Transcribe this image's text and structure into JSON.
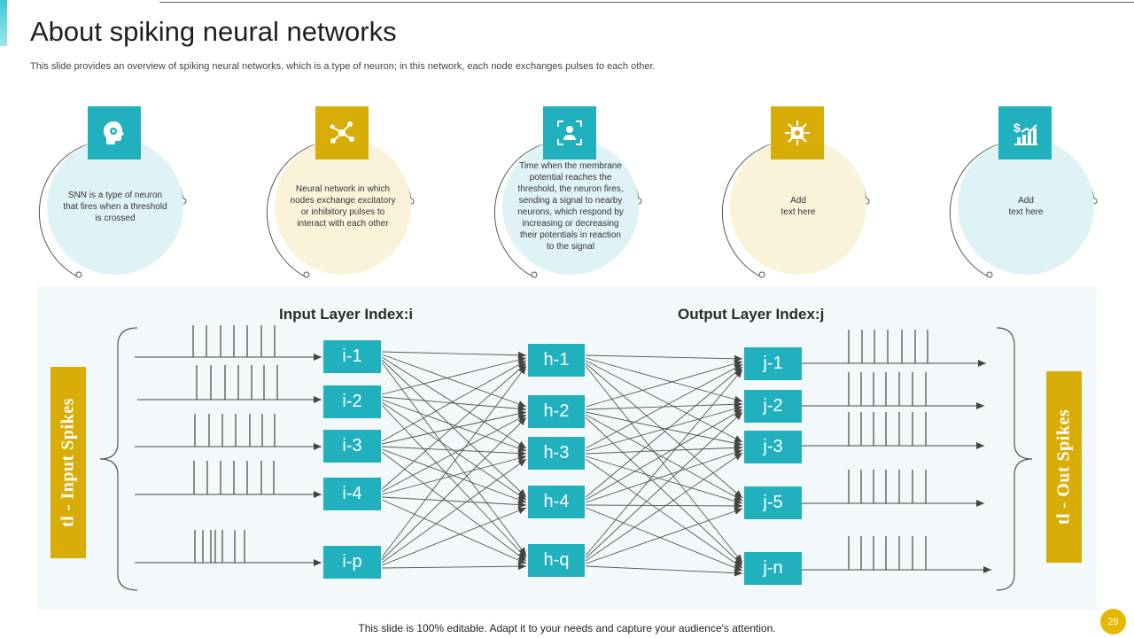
{
  "slide": {
    "title": "About spiking neural networks",
    "subtitle": "This slide provides an overview of spiking neural networks, which is a type of neuron; in this network, each node exchanges pulses to each other.",
    "footer": "This slide is 100% editable. Adapt it to your needs and capture your audience's attention.",
    "page_number": "29"
  },
  "cards": [
    {
      "text": "SNN is a type of neuron that fires when a threshold is crossed",
      "icon": "brain-gear-icon",
      "box_color": "#21b0bd",
      "disc_color": "#dff3f7"
    },
    {
      "text": "Neural network in which nodes exchange excitatory or inhibitory pulses to interact with each other",
      "icon": "network-nodes-icon",
      "box_color": "#d9ad08",
      "disc_color": "#fbf3d9"
    },
    {
      "text": "Time  when the membrane  potential reaches the threshold, the neuron fires, sending a signal to nearby neurons, which respond by increasing or decreasing their potentials in reaction to the signal",
      "icon": "person-focus-icon",
      "box_color": "#21b0bd",
      "disc_color": "#dff3f7"
    },
    {
      "text": "Add\ntext here",
      "icon": "chip-gear-icon",
      "box_color": "#d9ad08",
      "disc_color": "#fbf3d9"
    },
    {
      "text": "Add\ntext here",
      "icon": "finance-chart-icon",
      "box_color": "#21b0bd",
      "disc_color": "#dff3f7"
    }
  ],
  "diagram": {
    "input_header": "Input Layer Index:i",
    "output_header": "Output Layer Index:j",
    "left_label": "tl - Input Spikes",
    "right_label": "tl - Out Spikes",
    "input_nodes": [
      "i-1",
      "i-2",
      "i-3",
      "i-4",
      "i-p"
    ],
    "hidden_nodes": [
      "h-1",
      "h-2",
      "h-3",
      "h-4",
      "h-q"
    ],
    "output_nodes": [
      "j-1",
      "j-2",
      "j-3",
      "j-5",
      "j-n"
    ],
    "node_color": "#21b0bd",
    "label_bar_color": "#d9ad08"
  }
}
